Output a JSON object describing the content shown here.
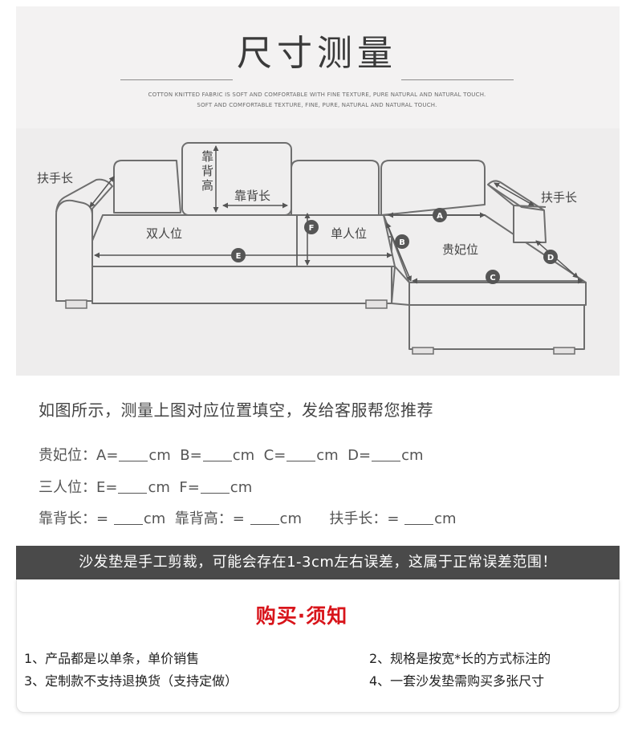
{
  "title": "尺寸测量",
  "subtitle_line1": "COTTON KNITTED FABRIC IS SOFT AND COMFORTABLE WITH FINE TEXTURE, PURE NATURAL AND NATURAL TOUCH.",
  "subtitle_line2": "SOFT AND COMFORTABLE TEXTURE, FINE, PURE, NATURAL AND NATURAL TOUCH.",
  "diagram": {
    "armrest_left": "扶手长",
    "armrest_right": "扶手长",
    "back_height": [
      "靠",
      "背",
      "高"
    ],
    "back_length": "靠背长",
    "double_seat": "双人位",
    "single_seat": "单人位",
    "chaise": "贵妃位",
    "badges": {
      "a": "A",
      "b": "B",
      "c": "C",
      "d": "D",
      "e": "E",
      "f": "F"
    }
  },
  "instruction": "如图所示，测量上图对应位置填空，发给客服帮您推荐",
  "form": {
    "chaise_label": "贵妃位：",
    "a_prefix": "A=",
    "b_prefix": "B=",
    "c_prefix": "C=",
    "d_prefix": "D=",
    "three_seat_label": "三人位：",
    "e_prefix": "E=",
    "f_prefix": "F=",
    "unit": "cm",
    "back_length_label": "靠背长：",
    "back_height_label": "靠背高：",
    "armrest_label": "扶手长：",
    "eq": "="
  },
  "banner": "沙发垫是手工剪裁，可能会存在1-3cm左右误差，这属于正常误差范围！",
  "notice": {
    "title": "购买·须知",
    "items": [
      "1、产品都是以单条，单价销售",
      "2、规格是按宽*长的方式标注的",
      "3、定制款不支持退换货（支持定做）",
      "4、一套沙发垫需购买多张尺寸"
    ]
  }
}
